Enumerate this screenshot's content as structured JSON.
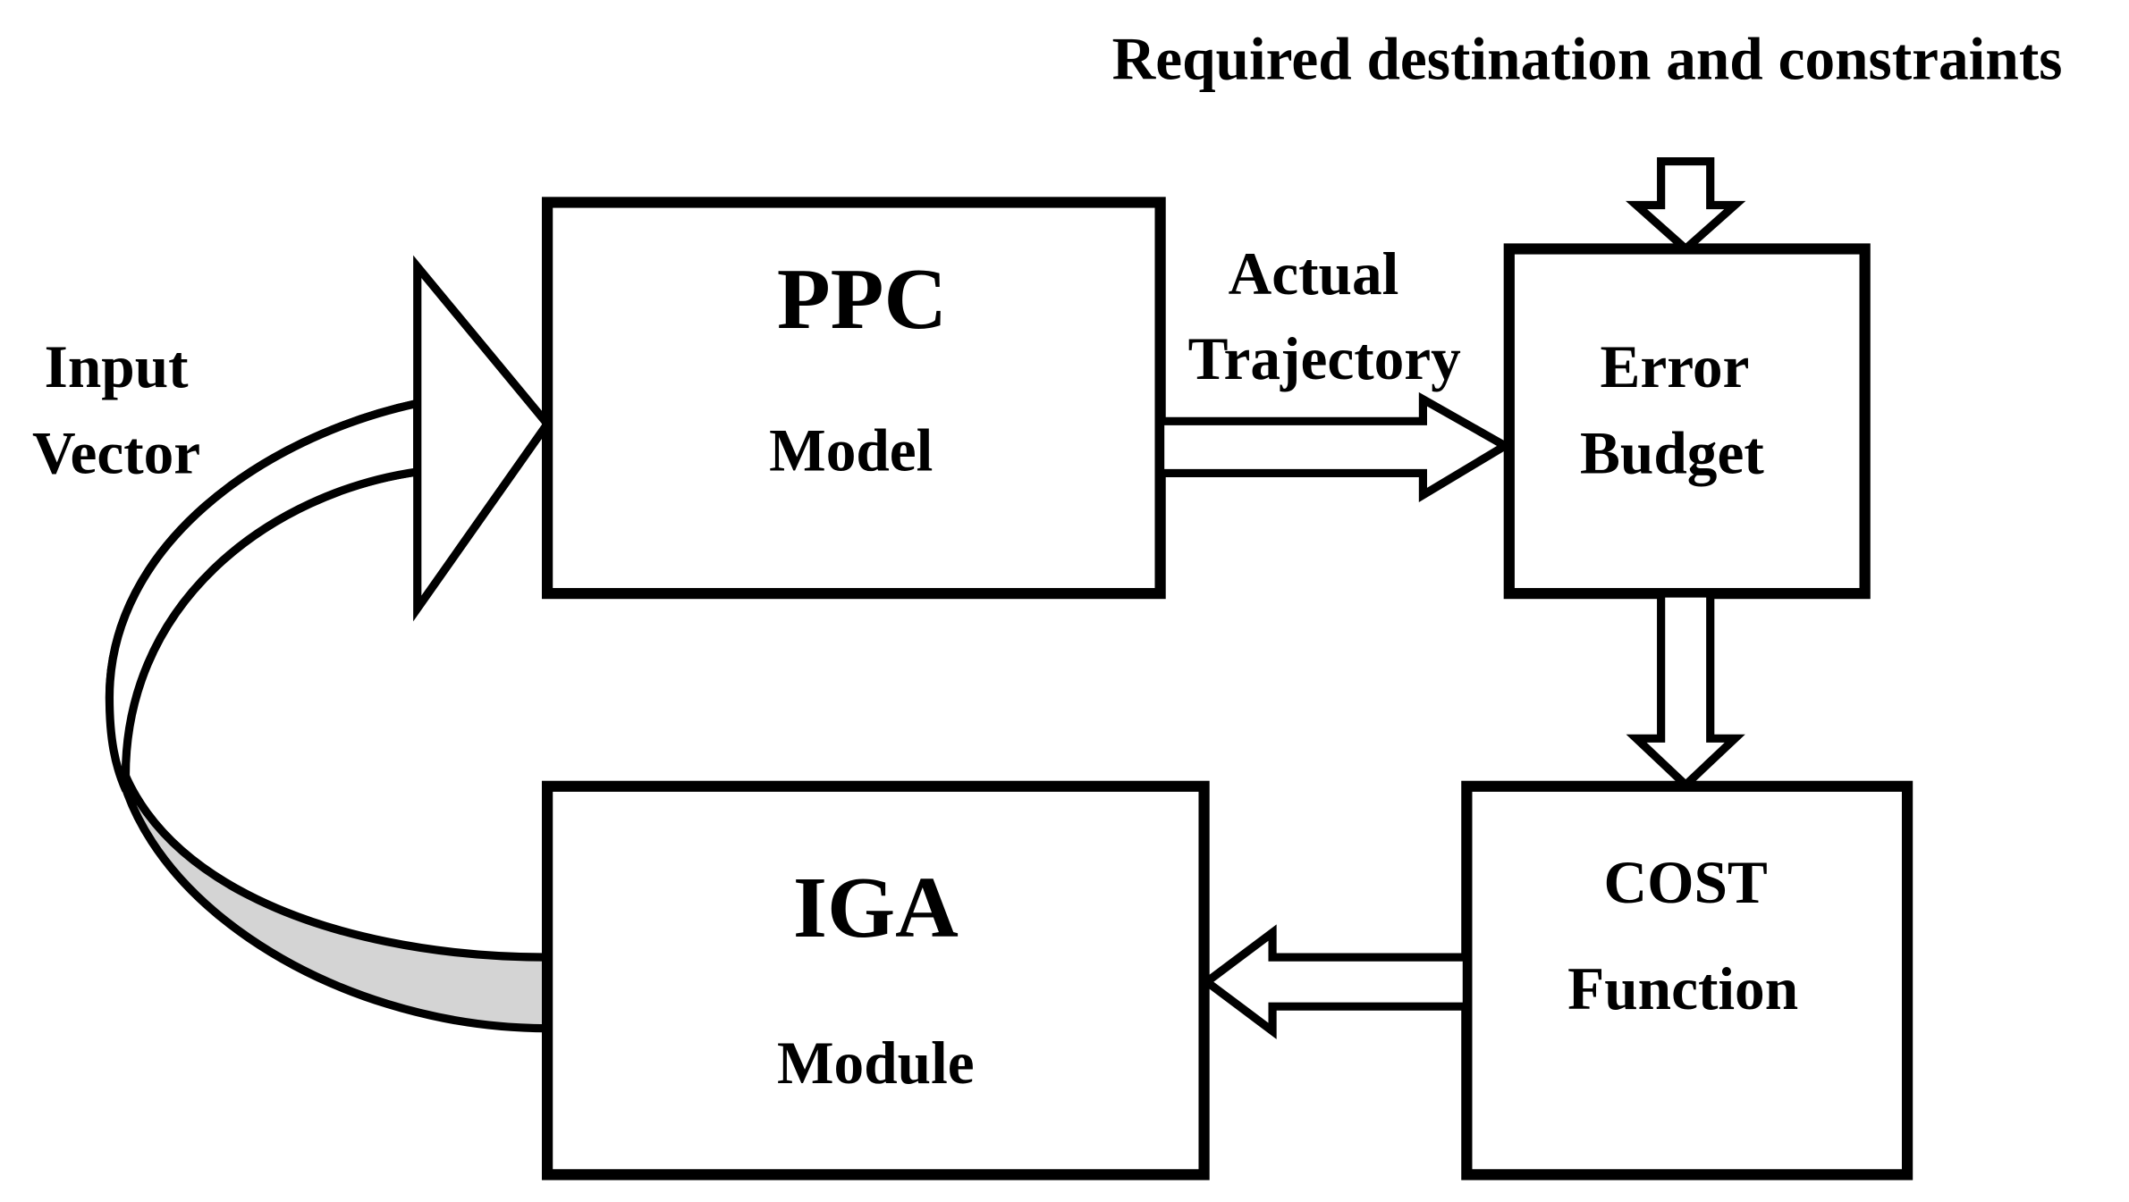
{
  "diagram": {
    "top_label": "Required destination and constraints",
    "input_label": [
      "Input",
      "Vector"
    ],
    "actual_label": [
      "Actual",
      "Trajectory"
    ],
    "ppc": {
      "title": "PPC",
      "subtitle": "Model"
    },
    "error": {
      "line1": "Error",
      "line2": "Budget"
    },
    "cost": {
      "line1": "COST",
      "line2": "Function"
    },
    "iga": {
      "title": "IGA",
      "subtitle": "Module"
    }
  },
  "colors": {
    "stroke": "#000000",
    "fill": "#ffffff",
    "band_fill": "#d4d4d4"
  }
}
